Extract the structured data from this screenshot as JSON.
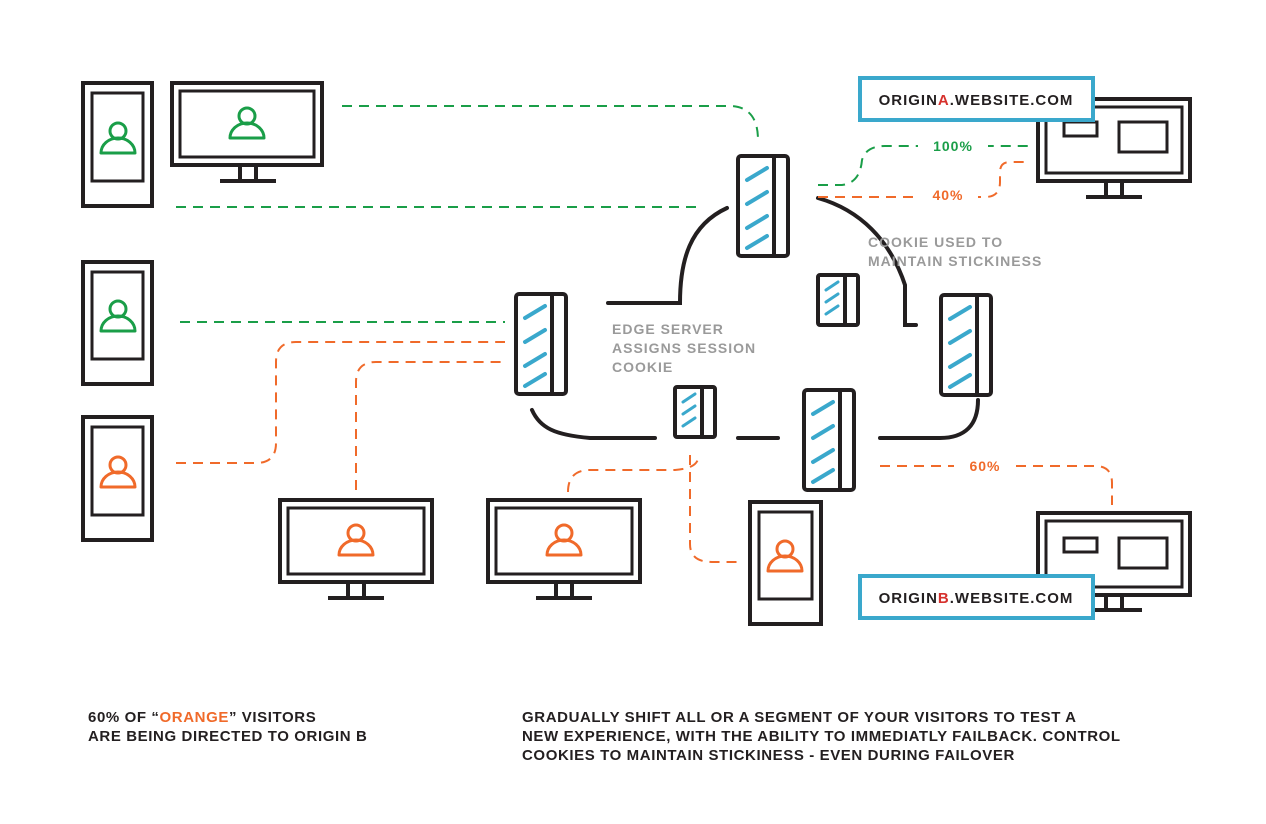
{
  "colors": {
    "green": "#1a9e48",
    "orange": "#f06a2a",
    "blue": "#3aa8cc",
    "dark": "#231f20",
    "gray": "#9a9a9a",
    "red": "#d6312d"
  },
  "origins": {
    "a": {
      "prefix": "ORIGIN",
      "letter": "A",
      "suffix": ".WEBSITE.COM"
    },
    "b": {
      "prefix": "ORIGIN",
      "letter": "B",
      "suffix": ".WEBSITE.COM"
    }
  },
  "percentages": {
    "green_to_a": "100%",
    "orange_to_a": "40%",
    "orange_to_b": "60%"
  },
  "annotations": {
    "cookie_stickiness": [
      "COOKIE USED TO",
      "MAINTAIN STICKINESS"
    ],
    "edge_server": [
      "EDGE SERVER",
      "ASSIGNS SESSION",
      "COOKIE"
    ]
  },
  "notes": {
    "left": {
      "pre": "60% OF “",
      "highlight": "ORANGE",
      "post": "” VISITORS",
      "line2": "ARE BEING DIRECTED TO ORIGIN B"
    },
    "right": [
      "GRADUALLY SHIFT ALL OR A SEGMENT OF YOUR VISITORS TO TEST A",
      "NEW EXPERIENCE, WITH THE ABILITY TO IMMEDIATLY FAILBACK. CONTROL",
      "COOKIES TO MAINTAIN STICKINESS - EVEN DURING FAILOVER"
    ]
  },
  "icons": {
    "visitor": "person-icon",
    "server": "edge-server-icon",
    "cookie": "cookie-icon",
    "origin": "origin-monitor-icon"
  }
}
